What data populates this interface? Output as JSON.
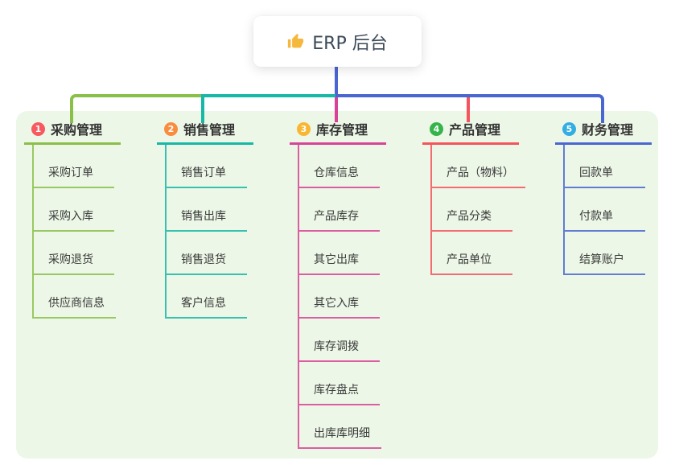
{
  "root": {
    "title": "ERP 后台",
    "icon": "thumbs-up-icon"
  },
  "canvas": {
    "background_color": "#ecf7e7",
    "root_connector_color": "#4a66d0"
  },
  "branches": [
    {
      "badge": "1",
      "label": "采购管理",
      "line_color": "#8abf4a",
      "badge_color": "#f7595f",
      "children": [
        "采购订单",
        "采购入库",
        "采购退货",
        "供应商信息"
      ]
    },
    {
      "badge": "2",
      "label": "销售管理",
      "line_color": "#17b8a6",
      "badge_color": "#f98c3e",
      "children": [
        "销售订单",
        "销售出库",
        "销售退货",
        "客户信息"
      ]
    },
    {
      "badge": "3",
      "label": "库存管理",
      "line_color": "#d84397",
      "badge_color": "#f9b632",
      "children": [
        "仓库信息",
        "产品库存",
        "其它出库",
        "其它入库",
        "库存调拨",
        "库存盘点",
        "出库库明细"
      ]
    },
    {
      "badge": "4",
      "label": "产品管理",
      "line_color": "#f4545c",
      "badge_color": "#36b44c",
      "children": [
        "产品（物料）",
        "产品分类",
        "产品单位"
      ]
    },
    {
      "badge": "5",
      "label": "财务管理",
      "line_color": "#4a66d0",
      "badge_color": "#33aee3",
      "children": [
        "回款单",
        "付款单",
        "结算账户"
      ]
    }
  ]
}
